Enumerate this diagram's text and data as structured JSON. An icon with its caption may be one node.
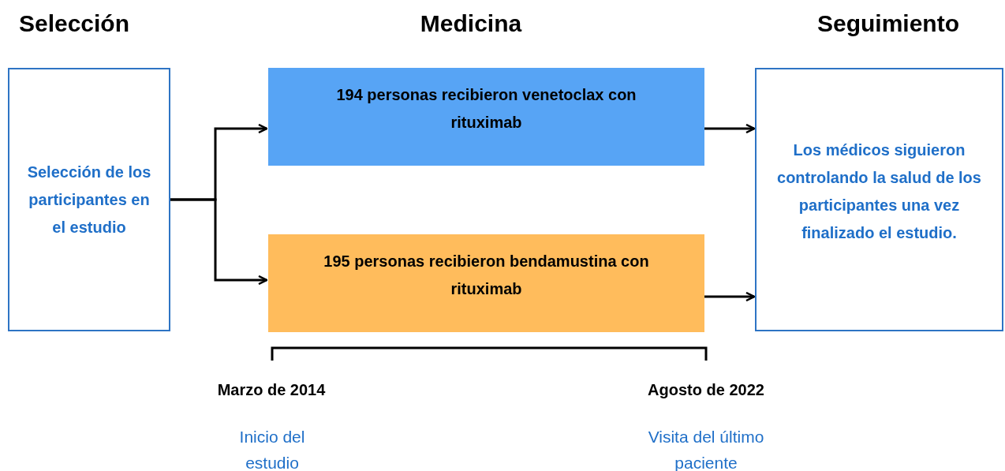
{
  "diagram": {
    "nodes": [
      {
        "text": [
          "Selección de los participantes en el estudio"
        ]
      },
      {
        "text": [
          "194 personas recibieron venetoclax con rituximab"
        ]
      },
      {
        "text": [
          "195 personas recibieron bendamustina con rituximab"
        ]
      },
      {
        "text": [
          "Los médicos siguieron controlando la salud de los participantes una vez finalizado el estudio."
        ]
      }
    ],
    "edges": [
      {
        "from": 0,
        "to": 1,
        "arrow": "to"
      },
      {
        "from": 0,
        "to": 2,
        "arrow": "to"
      },
      {
        "from": 1,
        "to": 3,
        "arrow": "to"
      },
      {
        "from": 2,
        "to": 3,
        "arrow": "to"
      }
    ],
    "labels": [
      "Selección",
      "Medicina",
      "Seguimiento",
      "Marzo de 2014",
      "Agosto de 2022",
      "Inicio del estudio",
      "Visita del último paciente"
    ]
  }
}
